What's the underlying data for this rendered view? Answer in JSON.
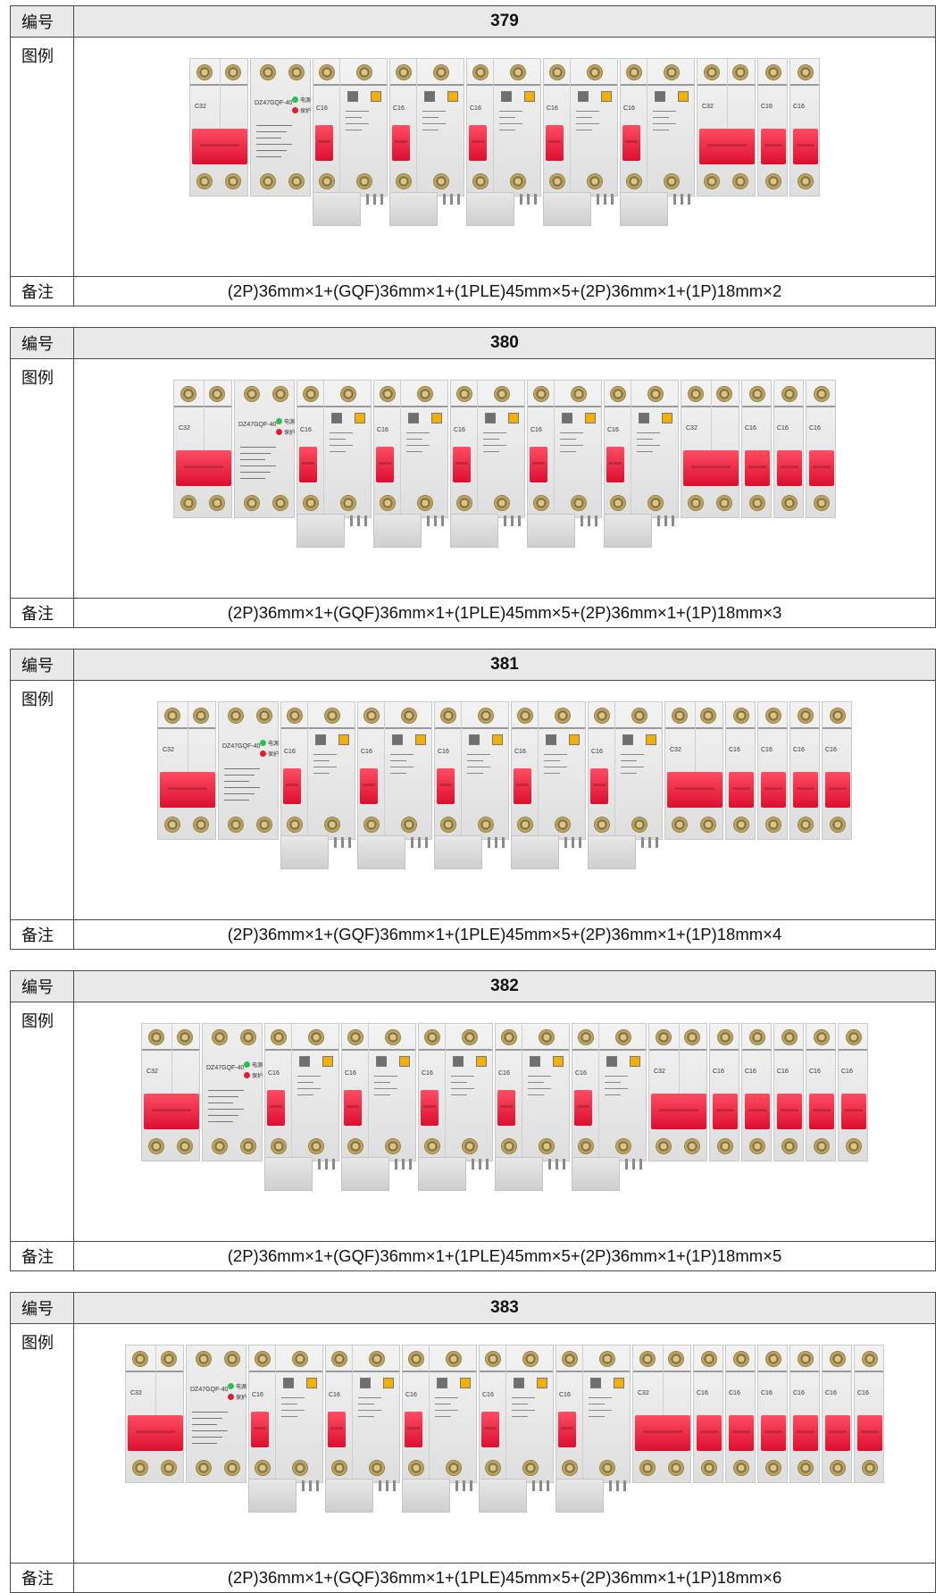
{
  "labels": {
    "number": "编号",
    "figure": "图例",
    "note": "备注"
  },
  "strip_module_texts": {
    "gqf_model": "DZ47GQF-40",
    "led_power": "电源",
    "led_protect": "保护",
    "breaker_2p": "C32",
    "breaker_1p": "C16",
    "ple_model": "C16"
  },
  "tables": [
    {
      "number": "379",
      "note": "(2P)36mm×1+(GQF)36mm×1+(1PLE)45mm×5+(2P)36mm×1+(1P)18mm×2",
      "ple_count": 5,
      "p1_count": 2
    },
    {
      "number": "380",
      "note": "(2P)36mm×1+(GQF)36mm×1+(1PLE)45mm×5+(2P)36mm×1+(1P)18mm×3",
      "ple_count": 5,
      "p1_count": 3
    },
    {
      "number": "381",
      "note": "(2P)36mm×1+(GQF)36mm×1+(1PLE)45mm×5+(2P)36mm×1+(1P)18mm×4",
      "ple_count": 5,
      "p1_count": 4
    },
    {
      "number": "382",
      "note": "(2P)36mm×1+(GQF)36mm×1+(1PLE)45mm×5+(2P)36mm×1+(1P)18mm×5",
      "ple_count": 5,
      "p1_count": 5
    },
    {
      "number": "383",
      "note": "(2P)36mm×1+(GQF)36mm×1+(1PLE)45mm×5+(2P)36mm×1+(1P)18mm×6",
      "ple_count": 5,
      "p1_count": 6
    }
  ]
}
